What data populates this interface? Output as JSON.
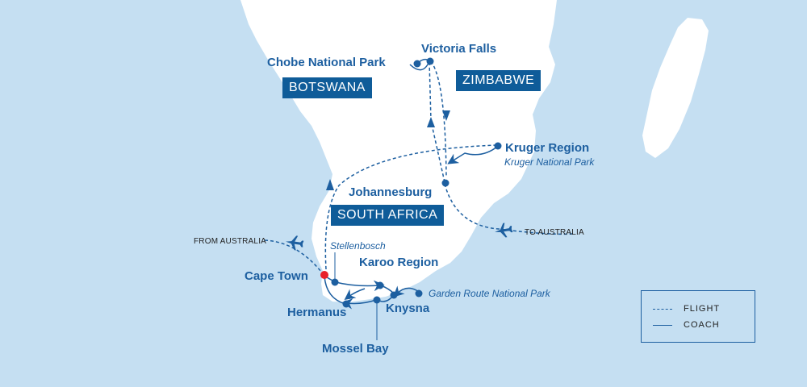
{
  "colors": {
    "sea": "#c5dff2",
    "land": "#ffffff",
    "route": "#1d5fa0",
    "country_box": "#0f5c99",
    "start_point": "#e8202a"
  },
  "countries": {
    "botswana": "BOTSWANA",
    "zimbabwe": "ZIMBABWE",
    "south_africa": "SOUTH AFRICA"
  },
  "cities": {
    "chobe": "Chobe National Park",
    "victoria_falls": "Victoria Falls",
    "kruger_region": "Kruger Region",
    "kruger_park": "Kruger National Park",
    "johannesburg": "Johannesburg",
    "stellenbosch": "Stellenbosch",
    "karoo": "Karoo Region",
    "cape_town": "Cape Town",
    "garden_route": "Garden Route National Park",
    "knysna": "Knysna",
    "hermanus": "Hermanus",
    "mossel_bay": "Mossel Bay"
  },
  "flights": {
    "from_australia": "FROM AUSTRALIA",
    "to_australia": "TO AUSTRALIA"
  },
  "legend": {
    "flight": "FLIGHT",
    "coach": "COACH"
  },
  "icons": {
    "plane": "plane-icon",
    "arrow": "arrowhead-icon",
    "start": "start-point-icon"
  }
}
